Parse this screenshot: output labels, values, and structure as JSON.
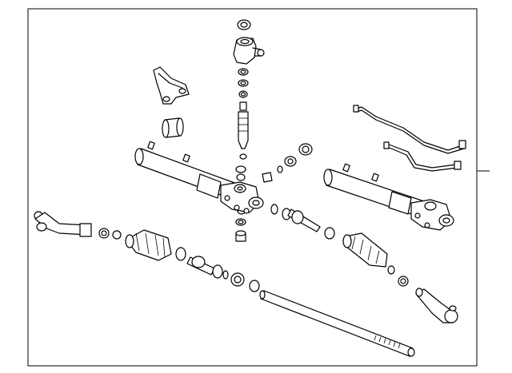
{
  "diagram": {
    "background": "#ffffff",
    "line_color": "#000000",
    "parts": [
      {
        "name": "rack-and-pinion-housing-left",
        "icon": "steering-gear-housing"
      },
      {
        "name": "rack-and-pinion-housing-right",
        "icon": "steering-gear-housing"
      },
      {
        "name": "pinion-shaft",
        "icon": "shaft"
      },
      {
        "name": "pinion-housing-cover",
        "icon": "housing-cover"
      },
      {
        "name": "mounting-bracket",
        "icon": "bracket"
      },
      {
        "name": "mounting-bushing",
        "icon": "bushing"
      },
      {
        "name": "pressure-lines",
        "icon": "hydraulic-line"
      },
      {
        "name": "outer-tie-rod-left",
        "icon": "tie-rod-end"
      },
      {
        "name": "outer-tie-rod-right",
        "icon": "tie-rod-end"
      },
      {
        "name": "inner-tie-rod-left",
        "icon": "inner-tie-rod"
      },
      {
        "name": "inner-tie-rod-right",
        "icon": "inner-tie-rod"
      },
      {
        "name": "boot-left",
        "icon": "bellows-boot"
      },
      {
        "name": "boot-right",
        "icon": "bellows-boot"
      },
      {
        "name": "rack",
        "icon": "rack-bar"
      }
    ]
  }
}
